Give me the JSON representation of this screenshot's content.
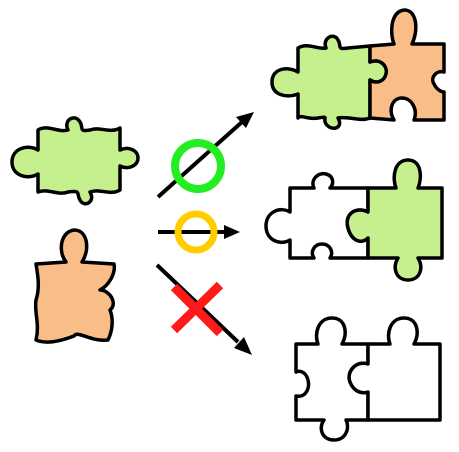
{
  "colors": {
    "green_piece": "#c6f08e",
    "orange_piece": "#f9bd88",
    "empty_piece": "#ffffff",
    "outline": "#000000",
    "circle_good": "#22ee22",
    "circle_mid": "#ffcc00",
    "cross_bad": "#ff1a1a"
  },
  "diagram": {
    "inputs": [
      {
        "piece": "green",
        "color": "#c6f08e"
      },
      {
        "piece": "orange",
        "color": "#f9bd88"
      }
    ],
    "outcomes": [
      {
        "mark": "circle",
        "mark_color": "#22ee22",
        "left_piece": "green",
        "right_piece": "orange"
      },
      {
        "mark": "circle",
        "mark_color": "#ffcc00",
        "left_piece": "empty",
        "right_piece": "green"
      },
      {
        "mark": "cross",
        "mark_color": "#ff1a1a",
        "left_piece": "empty",
        "right_piece": "empty"
      }
    ]
  }
}
